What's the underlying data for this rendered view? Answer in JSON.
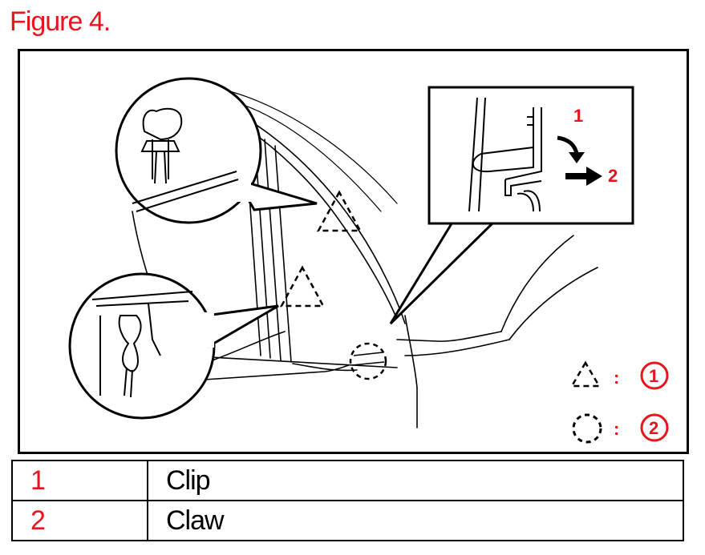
{
  "figure": {
    "title": "Figure 4.",
    "callouts": [
      {
        "number": "1",
        "color": "#e8141c"
      },
      {
        "number": "2",
        "color": "#e8141c"
      }
    ],
    "legend_symbols": [
      {
        "icon": "dashed-triangle-icon",
        "separator": ":",
        "number": "1"
      },
      {
        "icon": "dashed-circle-icon",
        "separator": ":",
        "number": "2"
      }
    ]
  },
  "legend_table": {
    "rows": [
      {
        "number": "1",
        "label": "Clip"
      },
      {
        "number": "2",
        "label": "Claw"
      }
    ]
  },
  "colors": {
    "accent": "#e8141c",
    "line": "#000000",
    "background": "#ffffff"
  }
}
